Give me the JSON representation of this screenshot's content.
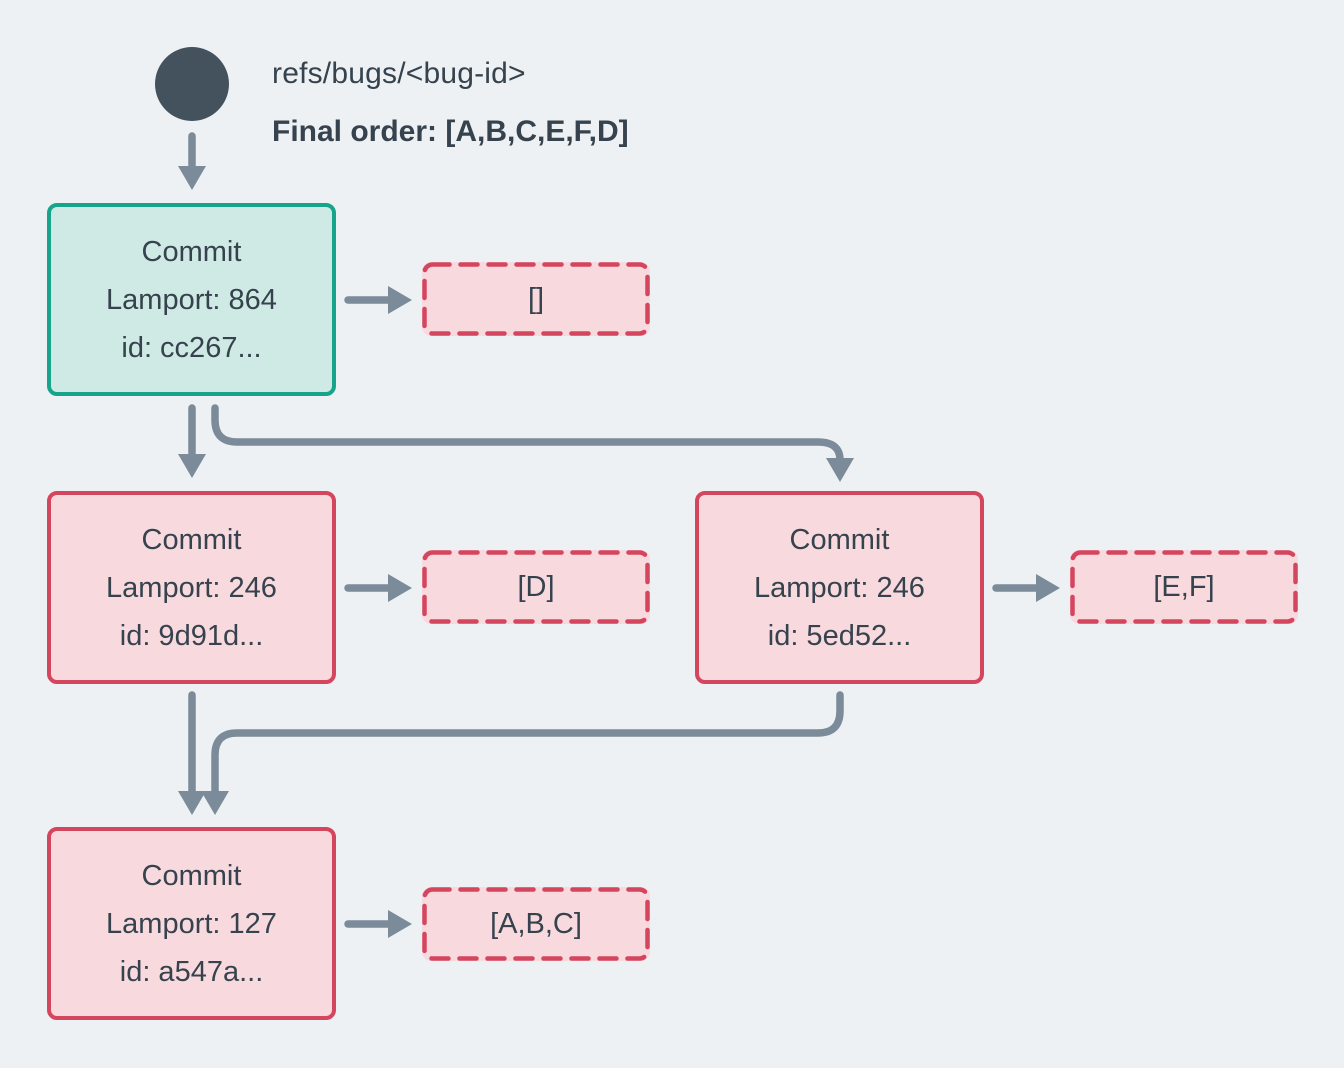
{
  "colors": {
    "background": "#edf1f4",
    "text": "#36434e",
    "arrow": "#7b8b99",
    "ref_circle": "#44525e",
    "head_fill": "#cfeae4",
    "head_border": "#17a48c",
    "commit_fill": "#f8d9de",
    "commit_border": "#d4455e"
  },
  "header": {
    "ref_label": "refs/bugs/<bug-id>",
    "final_order": "Final order: [A,B,C,E,F,D]"
  },
  "nodes": {
    "root": {
      "title": "Commit",
      "lamport": "Lamport: 864",
      "hash": "id: cc267...",
      "ops": "[]"
    },
    "left": {
      "title": "Commit",
      "lamport": "Lamport: 246",
      "hash": "id: 9d91d...",
      "ops": "[D]"
    },
    "right": {
      "title": "Commit",
      "lamport": "Lamport: 246",
      "hash": "id: 5ed52...",
      "ops": "[E,F]"
    },
    "bottom": {
      "title": "Commit",
      "lamport": "Lamport: 127",
      "hash": "id: a547a...",
      "ops": "[A,B,C]"
    }
  }
}
